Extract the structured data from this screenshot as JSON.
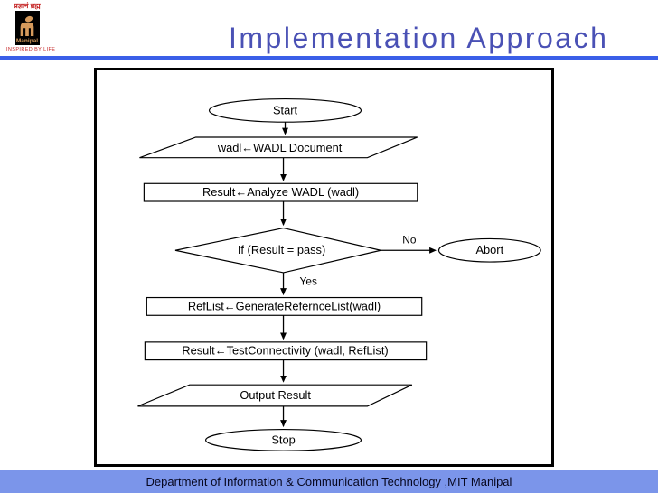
{
  "logo": {
    "motto": "प्रज्ञानं ब्रह्म",
    "brand": "Manipal",
    "tagline": "INSPIRED BY LIFE"
  },
  "header": {
    "title": "Implementation Approach"
  },
  "flowchart": {
    "nodes": [
      {
        "id": "start",
        "type": "terminator",
        "label": "Start"
      },
      {
        "id": "input",
        "type": "io",
        "label": "wadl←WADL Document"
      },
      {
        "id": "analyze",
        "type": "process",
        "label": "Result←Analyze WADL (wadl)"
      },
      {
        "id": "decision",
        "type": "decision",
        "label": "If (Result = pass)"
      },
      {
        "id": "abort",
        "type": "terminator",
        "label": "Abort"
      },
      {
        "id": "generate",
        "type": "process",
        "label": "RefList←GenerateRefernceList(wadl)"
      },
      {
        "id": "test",
        "type": "process",
        "label": "Result←TestConnectivity (wadl, RefList)"
      },
      {
        "id": "output",
        "type": "io",
        "label": "Output Result"
      },
      {
        "id": "stop",
        "type": "terminator",
        "label": "Stop"
      }
    ],
    "edges": {
      "no_label": "No",
      "yes_label": "Yes"
    }
  },
  "footer": {
    "text": "Department of Information & Communication Technology ,MIT Manipal"
  },
  "colors": {
    "title": "#4a51b5",
    "title_rule": "#3a5fe8",
    "footer_bg": "#7b95ea",
    "logo_red": "#c42222",
    "logo_tan": "#d59a5c",
    "stroke": "#000000"
  }
}
